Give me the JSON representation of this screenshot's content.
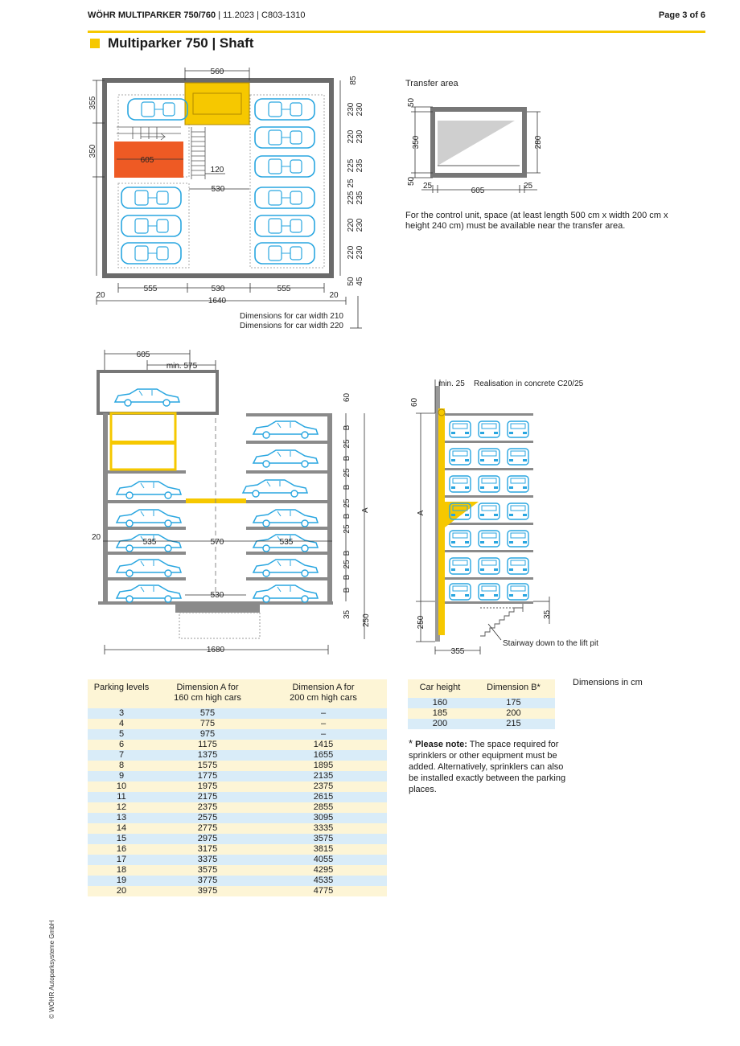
{
  "header": {
    "brand": "WÖHR MULTIPARKER 750/760",
    "meta": "| 11.2023 | C803-1310",
    "page": "Page 3 of 6"
  },
  "title": "Multiparker 750 | Shaft",
  "plan": {
    "dims": {
      "top": "560",
      "top_right": "85",
      "left_upper": "355",
      "left_lower": "350",
      "red_width": "605",
      "stair_width": "120",
      "aisle_width": "530",
      "right_dims": [
        "230",
        "230",
        "220",
        "230",
        "225",
        "235",
        "25",
        "225",
        "235",
        "220",
        "230",
        "220",
        "230",
        "50",
        "45"
      ],
      "bottom_segments": [
        "555",
        "530",
        "555"
      ],
      "bottom_side_left": "20",
      "bottom_side_right": "20",
      "total": "1640"
    },
    "notes": [
      "Dimensions for car width 210",
      "Dimensions for car width 220"
    ]
  },
  "transfer": {
    "title": "Transfer area",
    "dims": {
      "top": "50",
      "height": "350",
      "bottom": "50",
      "right": "280",
      "side_left": "25",
      "width": "605",
      "side_right": "25"
    },
    "caption": "For the control unit, space (at least length 500 cm x width 200 cm x height 240 cm) must be available near the transfer area."
  },
  "section": {
    "dims": {
      "top": "605",
      "min": "min. 575",
      "top_right": "60",
      "left_side": "20",
      "inner_left": "535",
      "middle": "570",
      "inner_right": "535",
      "pit": "530",
      "bottom_total": "1680",
      "right_gap": "35",
      "right_pit": "250",
      "level": "B",
      "gap": "25",
      "total": "A"
    }
  },
  "side": {
    "dims": {
      "min": "min. 25",
      "top": "60",
      "total": "A",
      "pit": "250",
      "bottom": "355",
      "right": "35"
    },
    "concrete": "Realisation in concrete C20/25",
    "stair_note": "Stairway down to the lift pit"
  },
  "table_levels": {
    "headers": [
      "Parking levels",
      "Dimension A for\n160 cm high cars",
      "Dimension A for\n200 cm high cars"
    ],
    "rows": [
      [
        "3",
        "575",
        "–"
      ],
      [
        "4",
        "775",
        "–"
      ],
      [
        "5",
        "975",
        "–"
      ],
      [
        "6",
        "1175",
        "1415"
      ],
      [
        "7",
        "1375",
        "1655"
      ],
      [
        "8",
        "1575",
        "1895"
      ],
      [
        "9",
        "1775",
        "2135"
      ],
      [
        "10",
        "1975",
        "2375"
      ],
      [
        "11",
        "2175",
        "2615"
      ],
      [
        "12",
        "2375",
        "2855"
      ],
      [
        "13",
        "2575",
        "3095"
      ],
      [
        "14",
        "2775",
        "3335"
      ],
      [
        "15",
        "2975",
        "3575"
      ],
      [
        "16",
        "3175",
        "3815"
      ],
      [
        "17",
        "3375",
        "4055"
      ],
      [
        "18",
        "3575",
        "4295"
      ],
      [
        "19",
        "3775",
        "4535"
      ],
      [
        "20",
        "3975",
        "4775"
      ]
    ]
  },
  "table_height": {
    "headers": [
      "Car height",
      "Dimension B*"
    ],
    "rows": [
      [
        "160",
        "175"
      ],
      [
        "185",
        "200"
      ],
      [
        "200",
        "215"
      ]
    ]
  },
  "note": {
    "star": "*",
    "bold": "Please note:",
    "text": " The space required for sprinklers or other equipment must be added. Alternatively, sprinklers can also be installed exactly between the parking places."
  },
  "units": "Dimensions in cm",
  "copyright": "© WÖHR Autoparksysteme GmbH",
  "colors": {
    "accent": "#f6c800",
    "car": "#29a6e0",
    "transfer_red": "#ee5a24",
    "wall": "#6b6b6b",
    "row_blue": "#d9ecf8",
    "row_yellow": "#fdf5d6"
  }
}
